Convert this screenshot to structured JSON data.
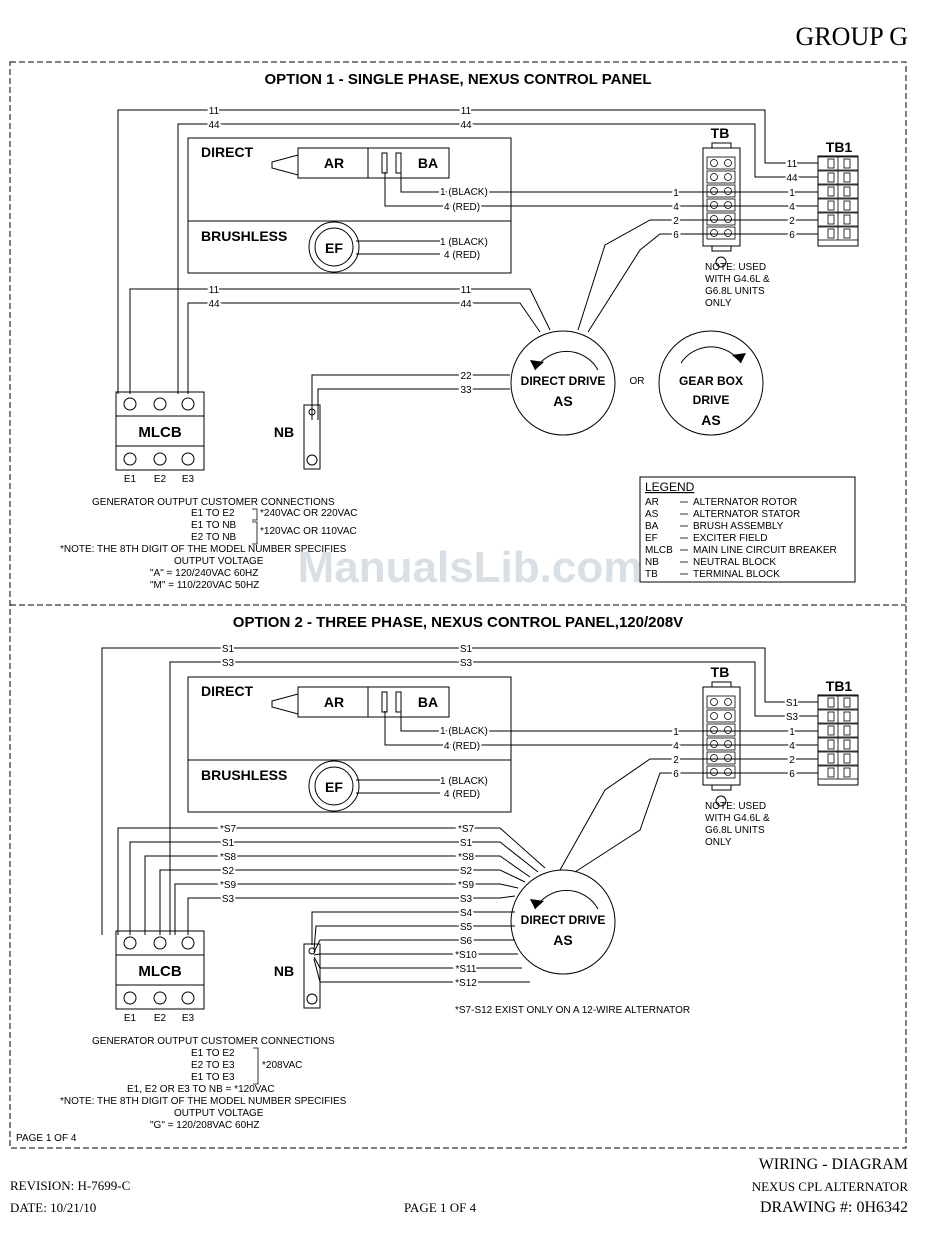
{
  "header": {
    "group": "GROUP G"
  },
  "option1": {
    "title": "OPTION 1 - SINGLE PHASE, NEXUS CONTROL PANEL",
    "wire_11": "11",
    "wire_44": "44",
    "direct": "DIRECT",
    "brushless": "BRUSHLESS",
    "ar": "AR",
    "ba": "BA",
    "ef": "EF",
    "black": "1 (BLACK)",
    "red": "4 (RED)",
    "tb": "TB",
    "tb1": "TB1",
    "t1": "1",
    "t4": "4",
    "t2": "2",
    "t6": "6",
    "w22": "22",
    "w33": "33",
    "direct_drive": "DIRECT DRIVE",
    "as": "AS",
    "or": "OR",
    "gear_box": "GEAR BOX",
    "drive": "DRIVE",
    "nb": "NB",
    "mlcb": "MLCB",
    "e1": "E1",
    "e2": "E2",
    "e3": "E3",
    "note_lines": [
      "NOTE: USED",
      "WITH G4.6L &",
      "G6.8L UNITS",
      "ONLY"
    ],
    "conn_title": "GENERATOR OUTPUT CUSTOMER CONNECTIONS",
    "conn1": "E1 TO E2",
    "conn1v": "*240VAC OR 220VAC",
    "conn2": "E1 TO NB",
    "conn2v": "*120VAC OR 110VAC",
    "conn3": "E2 TO NB",
    "note1": "*NOTE: THE 8TH DIGIT OF THE MODEL NUMBER SPECIFIES",
    "note2": "OUTPUT VOLTAGE",
    "note3": "\"A\" = 120/240VAC 60HZ",
    "note4": "\"M\" = 110/220VAC 50HZ"
  },
  "legend": {
    "title": "LEGEND",
    "items": [
      {
        "k": "AR",
        "v": "ALTERNATOR ROTOR"
      },
      {
        "k": "AS",
        "v": "ALTERNATOR STATOR"
      },
      {
        "k": "BA",
        "v": "BRUSH ASSEMBLY"
      },
      {
        "k": "EF",
        "v": "EXCITER FIELD"
      },
      {
        "k": "MLCB",
        "v": "MAIN LINE CIRCUIT BREAKER"
      },
      {
        "k": "NB",
        "v": "NEUTRAL BLOCK"
      },
      {
        "k": "TB",
        "v": "TERMINAL BLOCK"
      }
    ]
  },
  "option2": {
    "title": "OPTION 2 - THREE PHASE, NEXUS CONTROL PANEL,120/208V",
    "s1": "S1",
    "s3": "S3",
    "s7": "*S7",
    "s8": "*S8",
    "s2": "S2",
    "s9": "*S9",
    "s4": "S4",
    "s5": "S5",
    "s6": "S6",
    "s10": "*S10",
    "s11": "*S11",
    "s12": "*S12",
    "twelve_wire": "*S7-S12 EXIST ONLY ON A 12-WIRE ALTERNATOR",
    "conn_title": "GENERATOR OUTPUT CUSTOMER CONNECTIONS",
    "c1": "E1 TO E2",
    "c2": "E2 TO E3",
    "c3": "E1 TO E3",
    "cv": "*208VAC",
    "c4": "E1, E2 OR E3 TO NB = *120VAC",
    "note1": "*NOTE: THE 8TH DIGIT OF THE MODEL NUMBER SPECIFIES",
    "note2": "OUTPUT VOLTAGE",
    "note3": "\"G\" = 120/208VAC 60HZ",
    "page": "PAGE 1 OF 4"
  },
  "watermark": "ManualsLib.com",
  "footer": {
    "revision": "REVISION: H-7699-C",
    "date": "DATE: 10/21/10",
    "page": "PAGE 1 OF 4",
    "wiring": "WIRING - DIAGRAM",
    "nexus": "NEXUS CPL ALTERNATOR",
    "drawing": "DRAWING #: 0H6342"
  }
}
